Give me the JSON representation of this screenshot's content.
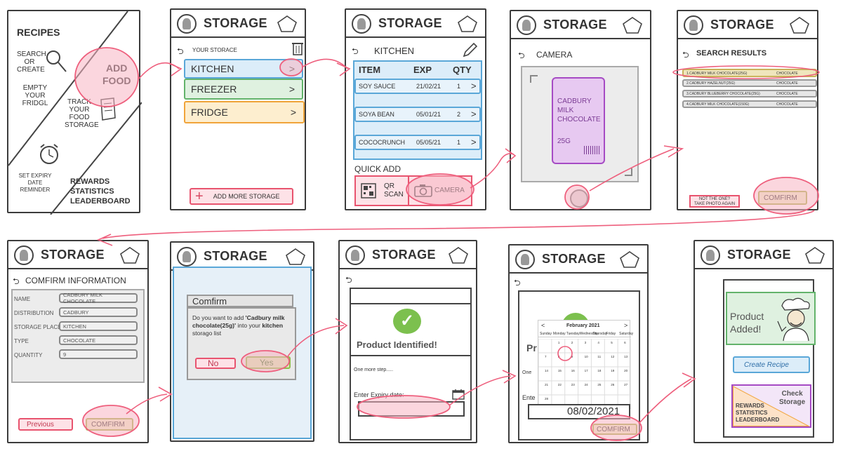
{
  "menu": {
    "recipes": "RECIPES",
    "search_l1": "SEARCH",
    "search_l2": "OR",
    "search_l3": "CREATE",
    "add_l1": "ADD",
    "add_l2": "FOOD",
    "empty_l1": "EMPTY",
    "empty_l2": "YOUR",
    "empty_l3": "FRIDGL",
    "track_l1": "TRACK",
    "track_l2": "YOUR",
    "track_l3": "FOOD",
    "track_l4": "STORAGE",
    "expiry_l1": "SET EXPIRY",
    "expiry_l2": "DATE",
    "expiry_l3": "REMINDER",
    "rewards_l1": "REWARDS",
    "rewards_l2": "STATISTICS",
    "rewards_l3": "LEADERBOARD"
  },
  "header": {
    "title": "STORAGE"
  },
  "storage": {
    "your_storage": "YOUR STORACE",
    "items": [
      {
        "label": "KITCHEN",
        "arrow": ">"
      },
      {
        "label": "FREEZER",
        "arrow": ">"
      },
      {
        "label": "FRIDGE",
        "arrow": ">"
      }
    ],
    "add_more": "ADD MORE STORAGE",
    "plus": "+"
  },
  "kitchen": {
    "title": "KITCHEN",
    "col_item": "ITEM",
    "col_exp": "EXP",
    "col_qty": "QTY",
    "rows": [
      {
        "item": "SOY SAUCE",
        "exp": "21/02/21",
        "qty": "1",
        "arrow": ">"
      },
      {
        "item": "SOYA BEAN",
        "exp": "05/01/21",
        "qty": "2",
        "arrow": ">"
      },
      {
        "item": "COCOCRUNCH",
        "exp": "05/05/21",
        "qty": "1",
        "arrow": ">"
      }
    ],
    "quick_add": "QUICK ADD",
    "qr_l1": "QR",
    "qr_l2": "SCAN",
    "camera": "CAMERA"
  },
  "camera": {
    "title": "CAMERA",
    "pkg_l1": "CADBURY",
    "pkg_l2": "MILK",
    "pkg_l3": "CHOCOLATE",
    "pkg_l4": "25G"
  },
  "search": {
    "title": "SEARCH RESULTS",
    "results": [
      {
        "name": "1.CADBURY MILK CHOCOLATE(25G)",
        "cat": "CHOCOLATE"
      },
      {
        "name": "2.CADBURY HAZELNUT(25G)",
        "cat": "CHOCOLATE"
      },
      {
        "name": "3.CADBURY BLUEBERRY CHOCOLATE(25G)",
        "cat": "CHOCOLATE"
      },
      {
        "name": "4.CADBURY MILK CHOCOLATE(150G)",
        "cat": "CHOCOLATE"
      }
    ],
    "not_l1": "NOT THE ONE?",
    "not_l2": "TAKE PHOTO AGAIN",
    "confirm": "COMFIRM"
  },
  "confirm_info": {
    "title": "COMFIRM INFORMATION",
    "fields": [
      {
        "label": "NAME",
        "value": "CADBURY MILK CHOCOLATE"
      },
      {
        "label": "DISTRIBUTION",
        "value": "CADBURY"
      },
      {
        "label": "STORAGE PLACE",
        "value": "KITCHEN"
      },
      {
        "label": "TYPE",
        "value": "CHOCOLATE"
      },
      {
        "label": "QUANTITY",
        "value": "9"
      }
    ],
    "previous": "Previous",
    "confirm": "COMFIRM"
  },
  "dialog": {
    "title": "Comfirm",
    "msg_a": "Do you want to add ",
    "msg_b": "'Cadbury milk chocolate(25g)'",
    "msg_c": " into your ",
    "msg_d": "kitchen",
    "msg_e": " storago list",
    "no": "No",
    "yes": "Yes"
  },
  "identified": {
    "title": "Product Identified!",
    "step": "One more step.....",
    "expiry": "Enter Expiry date:"
  },
  "calendar": {
    "month": "February 2021",
    "prev": "<",
    "next": ">",
    "days": [
      "Sunday",
      "Monday",
      "Tuesday",
      "Wednesday",
      "Thursday",
      "Friday",
      "Saturday"
    ],
    "date_value": "08/02/2021",
    "bg_pr": "Pr",
    "bg_one": "One",
    "bg_ente": "Ente",
    "confirm": "COMFIRM"
  },
  "added": {
    "l1": "Product",
    "l2": "Added!",
    "create_recipe": "Create Recipe",
    "check_l1": "Check",
    "check_l2": "Storage",
    "rewards_l1": "REWARDS",
    "rewards_l2": "STATISTICS",
    "rewards_l3": "LEADERBOARD"
  }
}
